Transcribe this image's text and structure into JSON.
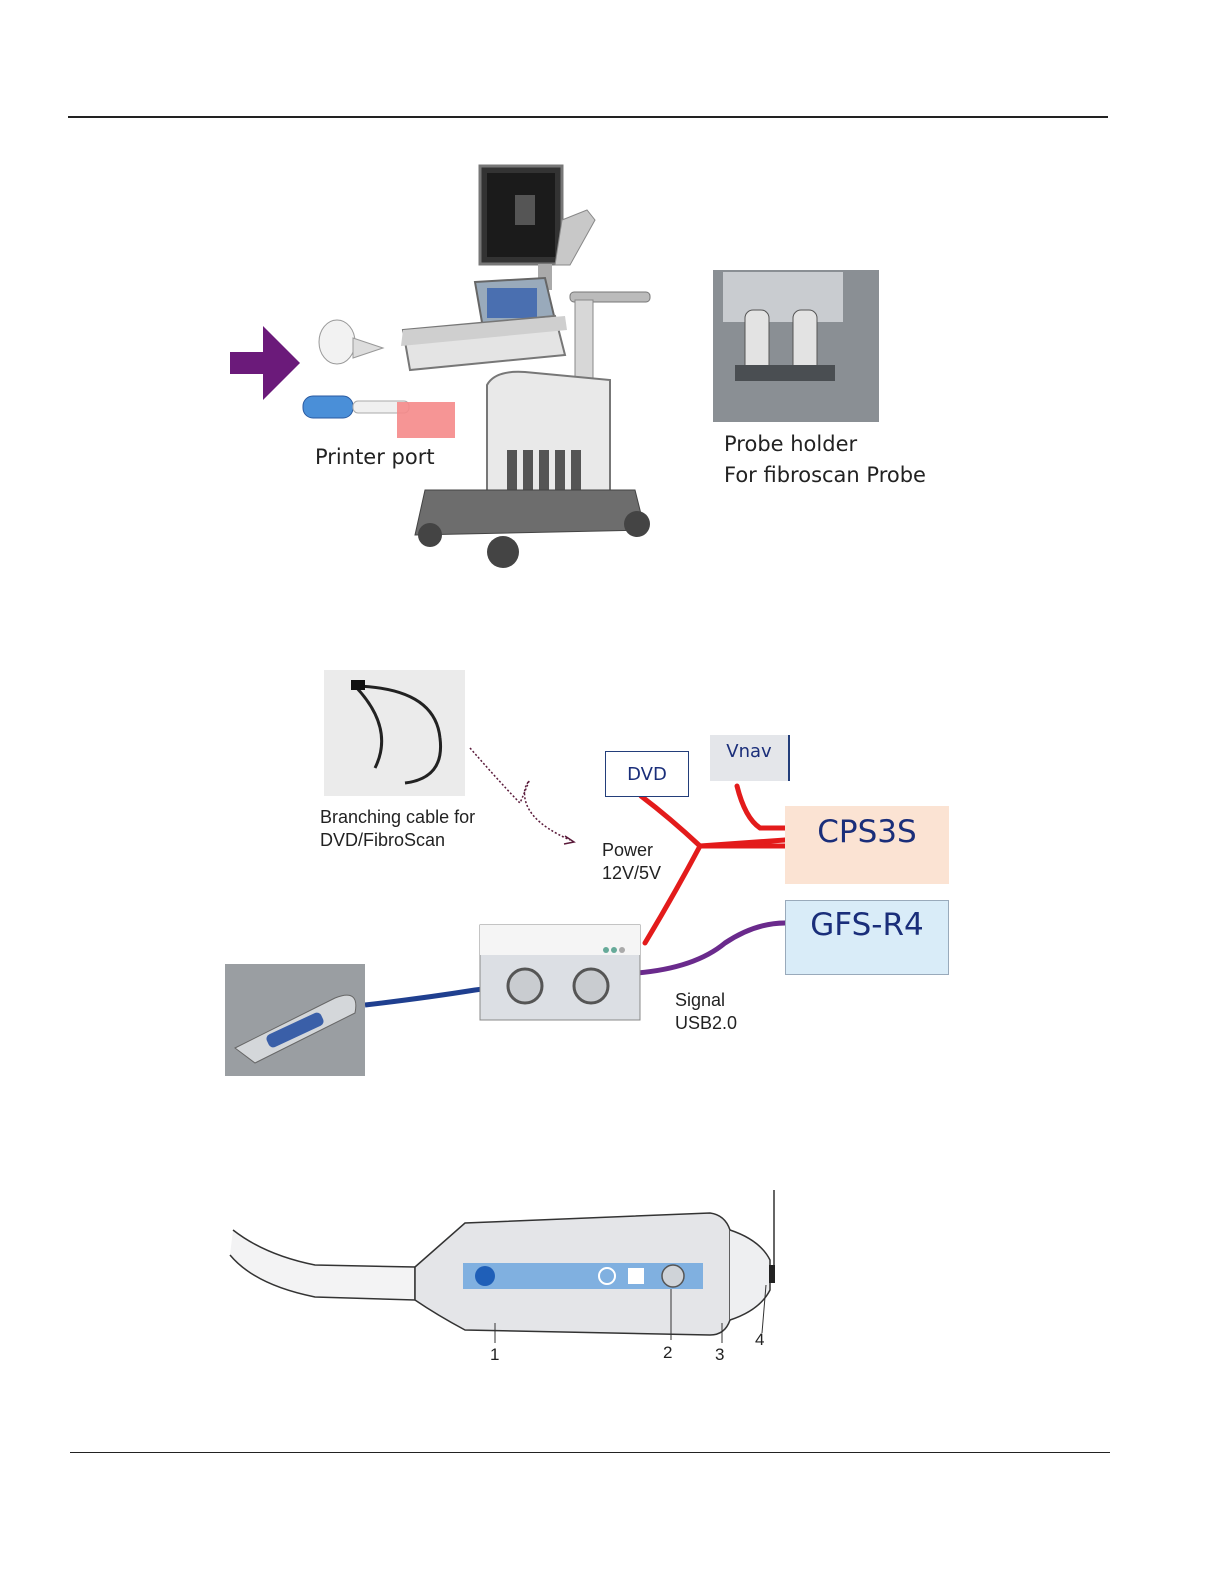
{
  "figure1": {
    "label_printer_port": "Printer port",
    "label_probe_holder_line1": "Probe holder",
    "label_probe_holder_line2": "For fibroscan  Probe"
  },
  "figure2": {
    "label_cable_line1": "Branching cable for",
    "label_cable_line2": "DVD/FibroScan",
    "box_dvd": "DVD",
    "box_vnav": "Vnav",
    "box_cps3s": "CPS3S",
    "box_gfs": "GFS-R4",
    "label_power_line1": "Power",
    "label_power_line2": "12V/5V",
    "label_signal_line1": "Signal",
    "label_signal_line2": "USB2.0",
    "colors": {
      "power": "#e31b1b",
      "signal": "#6a2a8c",
      "probe_cable": "#1f3f8f",
      "cps3s_fill": "#fbe3d3",
      "gfs_fill": "#d9ecf8"
    }
  },
  "figure3": {
    "callouts": [
      "1",
      "2",
      "3",
      "4"
    ]
  }
}
